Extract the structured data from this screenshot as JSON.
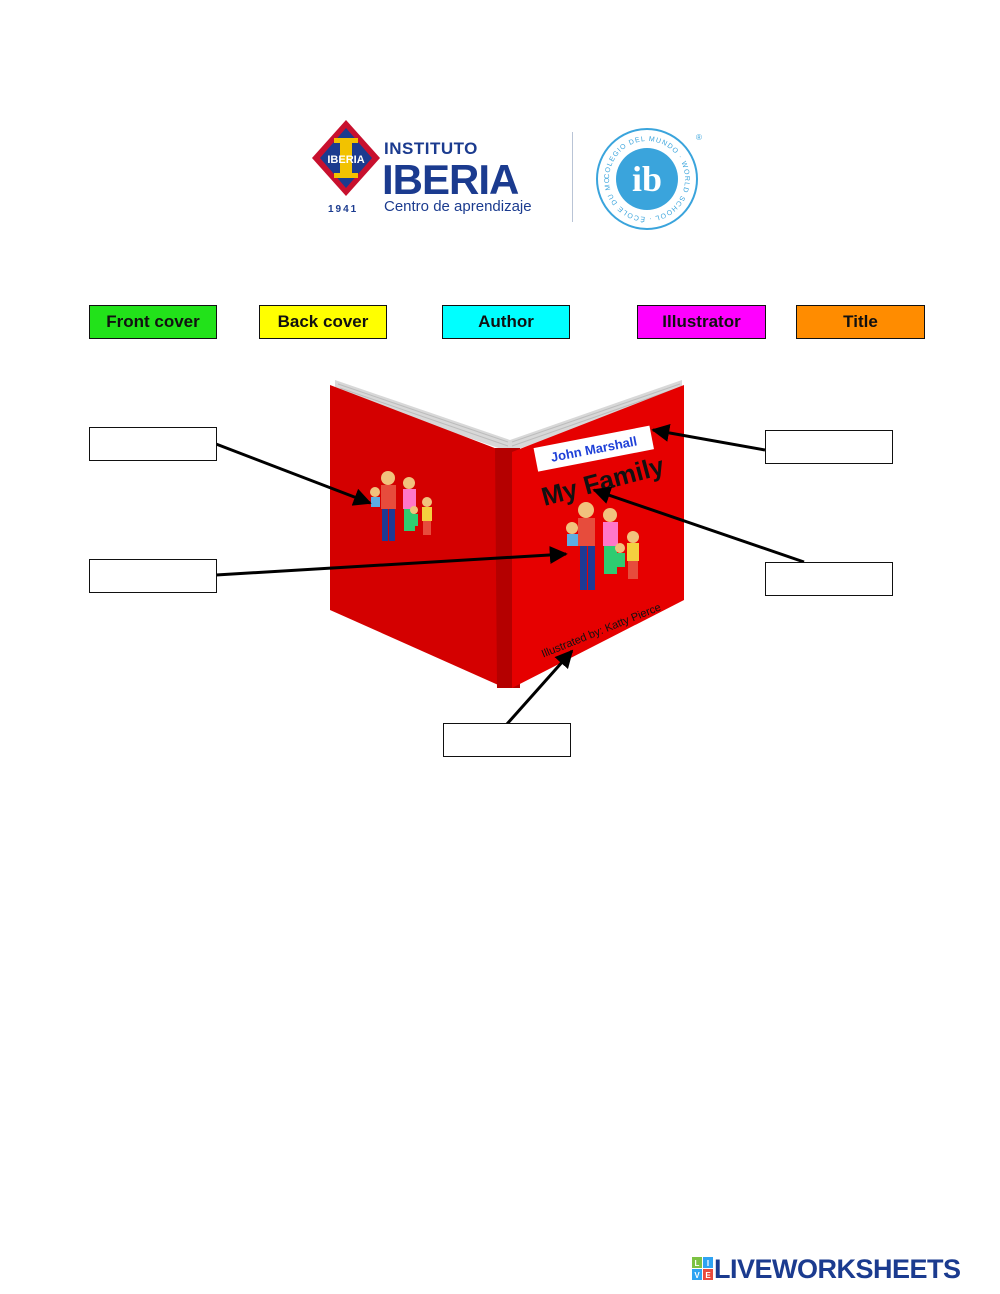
{
  "header": {
    "iberia": {
      "emblem": "IBERIA",
      "year": "1941",
      "line1": "INSTITUTO",
      "line2": "IBERIA",
      "line3": "Centro de aprendizaje"
    },
    "ib": {
      "letters": "ib",
      "ring_text": "COLEGIO DEL MUNDO · WORLD SCHOOL · ÉCOLE DU MONDE ·",
      "reg_mark": "®"
    }
  },
  "word_bank": [
    {
      "label": "Front cover",
      "color": "#22e21a"
    },
    {
      "label": "Back cover",
      "color": "#ffff00"
    },
    {
      "label": "Author",
      "color": "#00ffff"
    },
    {
      "label": "Illustrator",
      "color": "#ff00ff"
    },
    {
      "label": "Title",
      "color": "#ff8c00"
    }
  ],
  "book": {
    "author": "John Marshall",
    "title": "My Family",
    "illustrator_line": "Illustrated by: Katty Pierce",
    "cover_color": "#e60000"
  },
  "answers": [
    {
      "value": "",
      "placeholder": ""
    },
    {
      "value": "",
      "placeholder": ""
    },
    {
      "value": "",
      "placeholder": ""
    },
    {
      "value": "",
      "placeholder": ""
    },
    {
      "value": "",
      "placeholder": ""
    }
  ],
  "footer": {
    "brand": "LIVEWORKSHEETS",
    "icon_letters": [
      "L",
      "I",
      "V",
      "E"
    ]
  }
}
